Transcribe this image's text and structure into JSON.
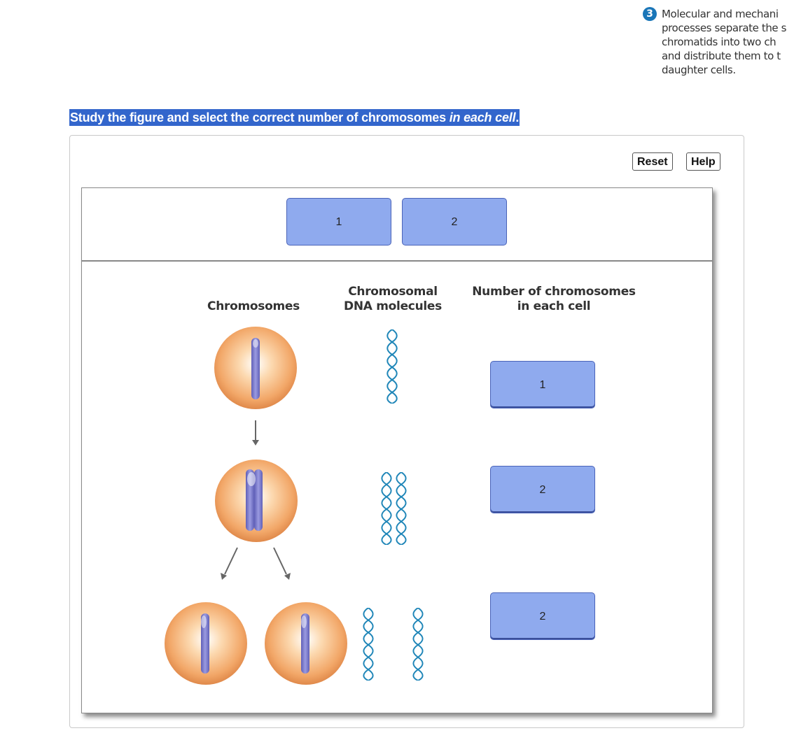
{
  "step_note": {
    "number": "3",
    "lines": [
      "Molecular and mechani",
      "processes separate the s",
      "chromatids into two ch",
      "and distribute them to t",
      "daughter cells."
    ]
  },
  "instruction": {
    "main": "Study the figure and select the correct number of chromosomes ",
    "emphasis": "in each cell",
    "end": "."
  },
  "toolbar": {
    "reset_label": "Reset",
    "help_label": "Help"
  },
  "answer_bank": {
    "chips": [
      "1",
      "2"
    ]
  },
  "figure": {
    "headers": {
      "chromosomes": "Chromosomes",
      "dna_line1": "Chromosomal",
      "dna_line2": "DNA molecules",
      "count_line1": "Number of chromosomes",
      "count_line2": "in each cell"
    },
    "rows": [
      {
        "answer": "1"
      },
      {
        "answer": "2"
      },
      {
        "answer": "2"
      }
    ]
  },
  "colors": {
    "highlight": "#3366cc",
    "chip_fill": "#8faaee",
    "cell_fill": "#f2a768",
    "chromosome": "#7c7ccc",
    "dna": "#1f86b8"
  }
}
